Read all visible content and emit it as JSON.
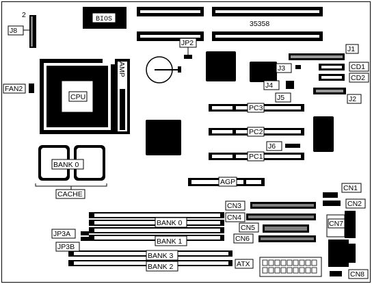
{
  "board": {
    "model": "35358",
    "bios": "BIOS",
    "amp": "AMP",
    "corner_num": "2"
  },
  "labels": {
    "j8": "J8",
    "jp2": "JP2",
    "j1": "J1",
    "j3": "J3",
    "cd1": "CD1",
    "cd2": "CD2",
    "j4": "J4",
    "j5": "J5",
    "j2": "J2",
    "fan2": "FAN2",
    "cpu": "CPU",
    "pc3": "PC3",
    "pc2": "PC2",
    "pc1": "PC1",
    "j6": "J6",
    "bank0_cache": "BANK 0",
    "cache": "CACHE",
    "agp": "AGP",
    "cn1": "CN1",
    "cn2": "CN2",
    "cn3": "CN3",
    "cn4": "CN4",
    "cn5": "CN5",
    "cn6": "CN6",
    "cn7": "CN7",
    "cn8": "CN8",
    "bank0": "BANK 0",
    "bank1": "BANK 1",
    "bank2": "BANK 2",
    "bank3": "BANK 3",
    "jp3a": "JP3A",
    "jp3b": "JP3B",
    "atx": "ATX"
  }
}
